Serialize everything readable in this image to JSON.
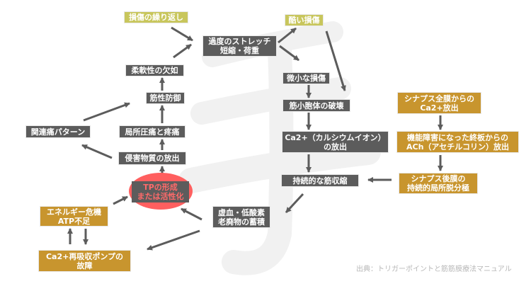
{
  "watermark": "手",
  "nodes": {
    "repeated_injury": "損傷の繰り返し",
    "overstretch": "過度のストレッチ\n短縮・荷重",
    "severe_injury": "酷い損傷",
    "lack_flexibility": "柔軟性の欠如",
    "muscle_guarding": "筋性防御",
    "referred_pain": "関連痛パターン",
    "local_tenderness": "局所圧痛と疼痛",
    "noxious_release": "侵害物質の放出",
    "tp_formation": "TPの形成\nまたは活性化",
    "energy_crisis": "エネルギー危機\nATP不足",
    "ca_pump_failure": "Ca2+再吸収ポンプの\n故障",
    "ischemia": "虚血・低酸素\n老廃物の蓄積",
    "micro_injury": "微小な損傷",
    "sr_destruction": "筋小胞体の破壊",
    "ca_release": "Ca2+（カルシウムイオン）\nの放出",
    "sustained_contraction": "持続的な筋収縮",
    "synapse_ca_release": "シナプス全膜からの\nCa2+放出",
    "ach_release": "機能障害になった終板からの\nACh（アセチルコリン）放出",
    "depolarization": "シナプス後膜の\n持続的局所脱分極"
  },
  "source": "出典：トリガーポイントと筋筋膜療法マニュアル",
  "colors": {
    "gray": "#5c5c5c",
    "olive": "#c8c65c",
    "gold": "#c8952e",
    "tp_red": "#ff5f5f",
    "arrow": "#5c5c5c"
  }
}
